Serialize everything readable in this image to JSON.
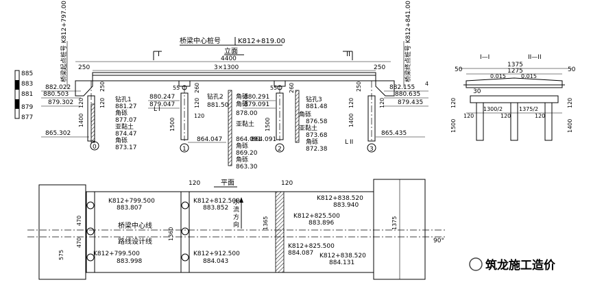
{
  "elevation": {
    "center_stake_label": "桥梁中心桩号",
    "center_stake_value": "K812+819.00",
    "view_label": "立面",
    "section_mark_left": "I",
    "section_mark_right": "II",
    "overall_length": "4400",
    "span_dim": "3×1300",
    "end_gap_left": "250",
    "end_gap_right": "250",
    "start_stake": "桥梁起点桩号 K812+797.00",
    "end_stake": "桥梁终点桩号 K812+841.00",
    "scale_ticks": [
      "885",
      "883",
      "881",
      "879",
      "877"
    ],
    "left_elev_top": "882.022",
    "left_elev_mid": "880.503",
    "left_elev_bot": "879.302",
    "left_pile_bottom": "865.302",
    "left_dims": [
      "120",
      "250",
      "120",
      "1400"
    ],
    "bh1": {
      "title": "钻孔1",
      "top": "881.27",
      "layers": [
        "角砾",
        "877.07",
        "亚黏土",
        "874.47",
        "角砾",
        "873.17"
      ]
    },
    "pier1": {
      "cap": "55",
      "top": "880.247",
      "bottom": "879.047",
      "pile_bottom": "864.047",
      "dim_cap": "260",
      "dim_beam": "120",
      "dim_pile": "1500"
    },
    "bh2": {
      "title": "钻孔2",
      "top": "881.50",
      "layers": [
        "角砾",
        "878.00",
        "亚黏土",
        "864.091",
        "角砾",
        "869.20",
        "角砾",
        "863.30"
      ]
    },
    "pier2": {
      "cap": "55",
      "top": "880.291",
      "bottom": "879.091",
      "pile_bottom": "864.091",
      "dim_cap": "260",
      "dim_pile": "1500"
    },
    "bh3": {
      "title": "钻孔3",
      "top": "881.48",
      "layers": [
        "角砾",
        "876.58",
        "亚黏土",
        "873.68",
        "角砾",
        "872.38"
      ]
    },
    "right_elev_top": "882.155",
    "right_elev_mid": "880.635",
    "right_elev_bot": "879.435",
    "right_pile_bottom": "865.435",
    "right_dims": [
      "120",
      "250",
      "120",
      "1400",
      "4"
    ],
    "axis_labels": [
      "0",
      "1",
      "2",
      "3"
    ]
  },
  "cross_section": {
    "labels": [
      "I—I",
      "II—II"
    ],
    "total_width": "1375",
    "inner_width": "1275",
    "edge": "50",
    "edge_right": "50",
    "slopes": [
      "0.015",
      "0.015"
    ],
    "dims": [
      "30",
      "120",
      "1500",
      "120",
      "1300/2",
      "1375/2",
      "120",
      "120",
      "1400"
    ]
  },
  "plan": {
    "view_label": "平面",
    "dim_top_left": "120",
    "dim_top_right": "120",
    "center_line": "桥梁中心线",
    "route_line": "路线设计线",
    "flow_label": [
      "水",
      "流",
      "方",
      "向"
    ],
    "angle": "90°",
    "left_dims": [
      "470",
      "470",
      "575"
    ],
    "mid_dims": [
      "1360",
      "1365"
    ],
    "right_dim": "1375",
    "stakes": [
      {
        "stake": "K812+799.500",
        "elev": "883.807"
      },
      {
        "stake": "K812+812.500",
        "elev": "883.852"
      },
      {
        "stake": "K812+825.500",
        "elev": "883.896"
      },
      {
        "stake": "K812+838.520",
        "elev": "883.940"
      },
      {
        "stake": "K812+799.500",
        "elev": "883.998"
      },
      {
        "stake": "K812+912.500",
        "elev": "884.043"
      },
      {
        "stake": "K812+825.500",
        "elev": "884.087"
      },
      {
        "stake": "K812+838.520",
        "elev": "884.131"
      }
    ]
  },
  "watermark": "筑龙施工造价"
}
